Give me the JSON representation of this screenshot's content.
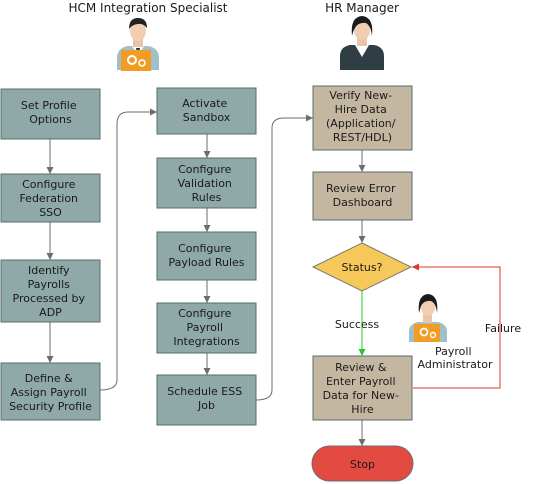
{
  "lanes": {
    "left_title": "HCM Integration Specialist",
    "right_title": "HR Manager"
  },
  "colors": {
    "teal_box": "#8ea9a8",
    "tan_box": "#c4b7a2",
    "decision": "#f6c85a",
    "stop": "#e34a42",
    "success_arrow": "#22cc22",
    "failure_arrow": "#d9372b",
    "connector": "#6d6d6d"
  },
  "column1": {
    "set_profile": [
      "Set Profile",
      "Options"
    ],
    "federation": [
      "Configure",
      "Federation",
      "SSO"
    ],
    "identify_payrolls": [
      "Identify",
      "Payrolls",
      "Processed by",
      "ADP"
    ],
    "define_security": [
      "Define &",
      "Assign Payroll",
      "Security Profile"
    ]
  },
  "column2": {
    "activate_sandbox": [
      "Activate",
      "Sandbox"
    ],
    "validation_rules": [
      "Configure",
      "Validation",
      "Rules"
    ],
    "payload_rules": [
      "Configure",
      "Payload Rules"
    ],
    "payroll_integrations": [
      "Configure",
      "Payroll",
      "Integrations"
    ],
    "schedule_ess": [
      "Schedule ESS",
      "Job"
    ]
  },
  "column3": {
    "verify_data": [
      "Verify New-",
      "Hire Data",
      "(Application/",
      "REST/HDL)"
    ],
    "review_error": [
      "Review Error",
      "Dashboard"
    ],
    "status": "Status?",
    "success": "Success",
    "failure": "Failure",
    "payroll_admin": [
      "Payroll",
      "Administrator"
    ],
    "review_enter": [
      "Review &",
      "Enter Payroll",
      "Data for New-",
      "Hire"
    ],
    "stop": "Stop"
  }
}
